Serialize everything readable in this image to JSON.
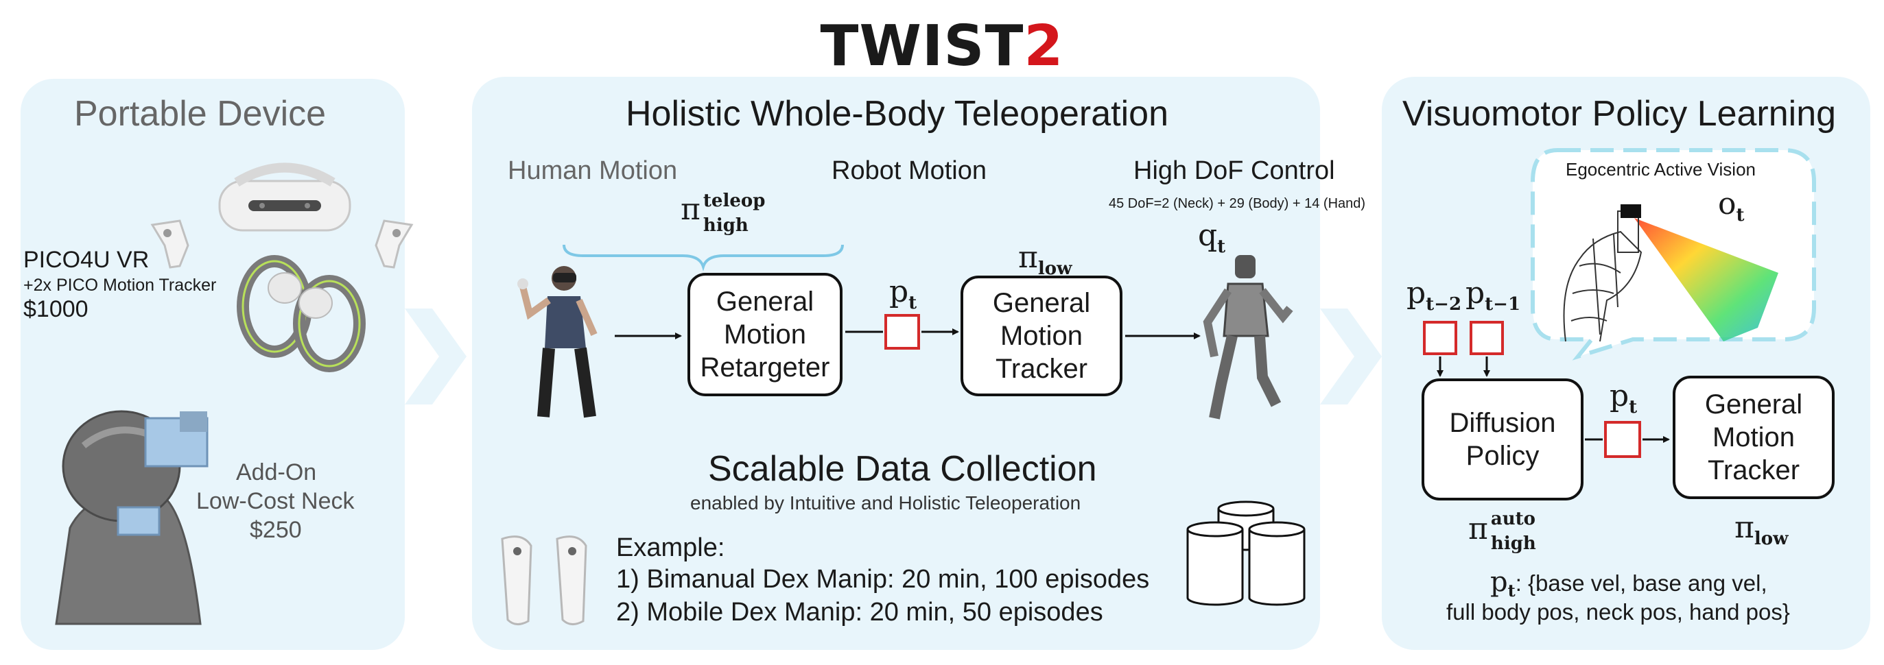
{
  "title": {
    "main": "TWIST",
    "accent": "2",
    "accent_color": "#d4161c"
  },
  "panel_bg_color": "#e8f5fb",
  "portable": {
    "title": "Portable Device",
    "vr_name": "PICO4U VR",
    "vr_sub": "+2x PICO Motion Tracker",
    "vr_price": "$1000",
    "neck_line1": "Add-On",
    "neck_line2": "Low-Cost Neck",
    "neck_price": "$250"
  },
  "teleop": {
    "title": "Holistic Whole-Body Teleoperation",
    "human_motion": "Human Motion",
    "robot_motion": "Robot Motion",
    "high_dof": "High DoF Control",
    "dof_detail": "45 DoF=2 (Neck) + 29 (Body) + 14 (Hand)",
    "pi_high_teleop": {
      "base": "π",
      "sup": "teleop",
      "sub": "high"
    },
    "pt": {
      "base": "p",
      "sub": "t"
    },
    "pi_low": {
      "base": "π",
      "sub": "low"
    },
    "qt": {
      "base": "q",
      "sub": "t"
    },
    "retargeter": [
      "General",
      "Motion",
      "Retargeter"
    ],
    "tracker": [
      "General",
      "Motion",
      "Tracker"
    ],
    "scalable_title": "Scalable Data Collection",
    "scalable_sub": "enabled by Intuitive and Holistic Teleoperation",
    "example": "Example:",
    "example1": "1) Bimanual Dex Manip: 20 min, 100 episodes",
    "example2": "2) Mobile Dex Manip: 20 min, 50 episodes"
  },
  "visuomotor": {
    "title": "Visuomotor Policy Learning",
    "egocentric": "Egocentric Active Vision",
    "ot": {
      "base": "o",
      "sub": "t"
    },
    "pt2": {
      "base": "p",
      "sub": "t−2"
    },
    "pt1": {
      "base": "p",
      "sub": "t−1"
    },
    "pt": {
      "base": "p",
      "sub": "t"
    },
    "diffusion": [
      "Diffusion",
      "Policy"
    ],
    "tracker": [
      "General",
      "Motion",
      "Tracker"
    ],
    "pi_high_auto": {
      "base": "π",
      "sup": "auto",
      "sub": "high"
    },
    "pi_low": {
      "base": "π",
      "sub": "low"
    },
    "pt_def_symbol": {
      "base": "p",
      "sub": "t"
    },
    "pt_def_line1": ": {base vel, base ang vel,",
    "pt_def_line2": "full body pos, neck pos, hand pos}"
  }
}
